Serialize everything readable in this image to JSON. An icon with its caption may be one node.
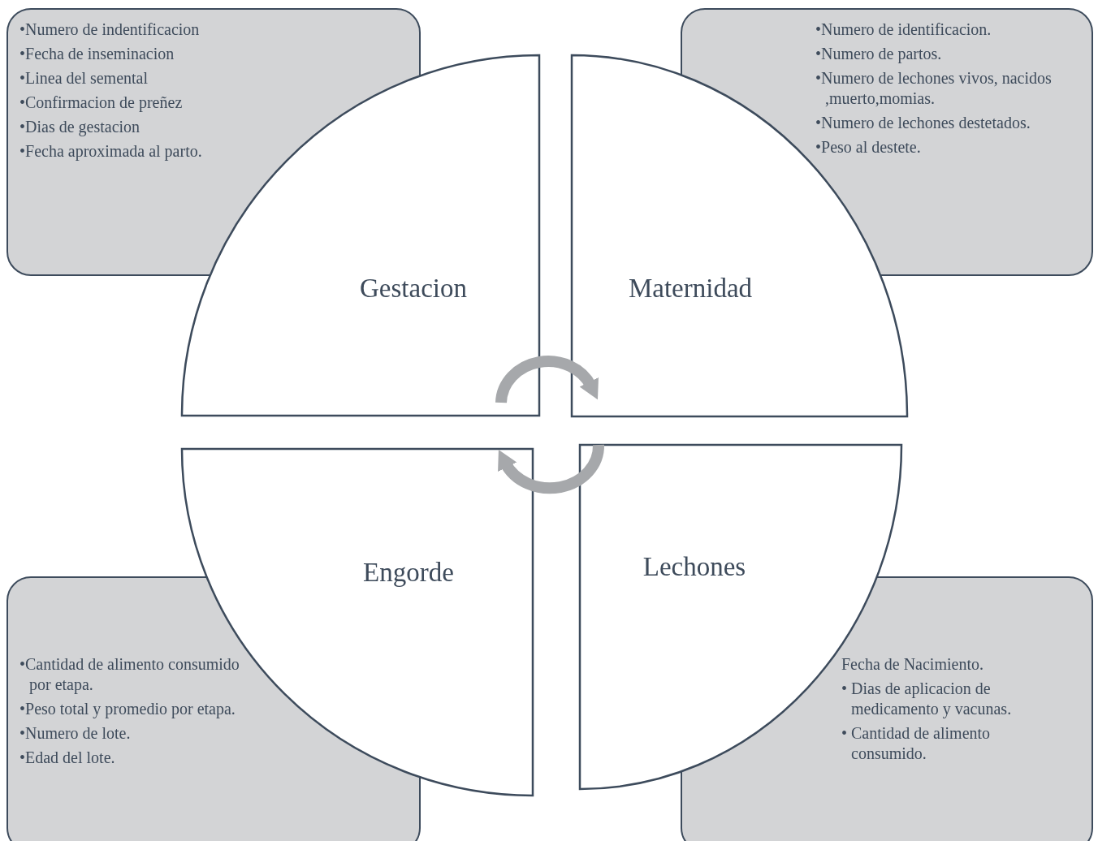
{
  "diagram": {
    "nodes": [
      {
        "text": [
          "•Numero de indentificacion",
          "•Fecha de inseminacion",
          "•Linea del semental",
          "•Confirmacion de preñez",
          "•Dias de gestacion",
          "•Fecha aproximada al parto."
        ]
      },
      {
        "text": [
          "•Numero de identificacion.",
          "•Numero de partos.",
          "•Numero de lechones vivos, nacidos ,muerto,momias.",
          "•Numero de lechones destetados.",
          "•Peso al destete."
        ]
      },
      {
        "text": [
          "Gestacion"
        ]
      },
      {
        "text": [
          "Maternidad"
        ]
      },
      {
        "text": [
          "Engorde"
        ]
      },
      {
        "text": [
          "Lechones"
        ]
      },
      {
        "text": [
          "•Cantidad de alimento consumido por etapa.",
          "•Peso total y promedio por etapa.",
          "•Numero de lote.",
          "•Edad del lote."
        ]
      },
      {
        "text": [
          "Fecha de Nacimiento.",
          "• Dias de aplicacion de medicamento y vacunas.",
          "• Cantidad de alimento consumido."
        ]
      }
    ],
    "edges": [
      {
        "from": 2,
        "to": 3,
        "arrow": "to"
      },
      {
        "from": 5,
        "to": 4,
        "arrow": "to"
      }
    ]
  }
}
